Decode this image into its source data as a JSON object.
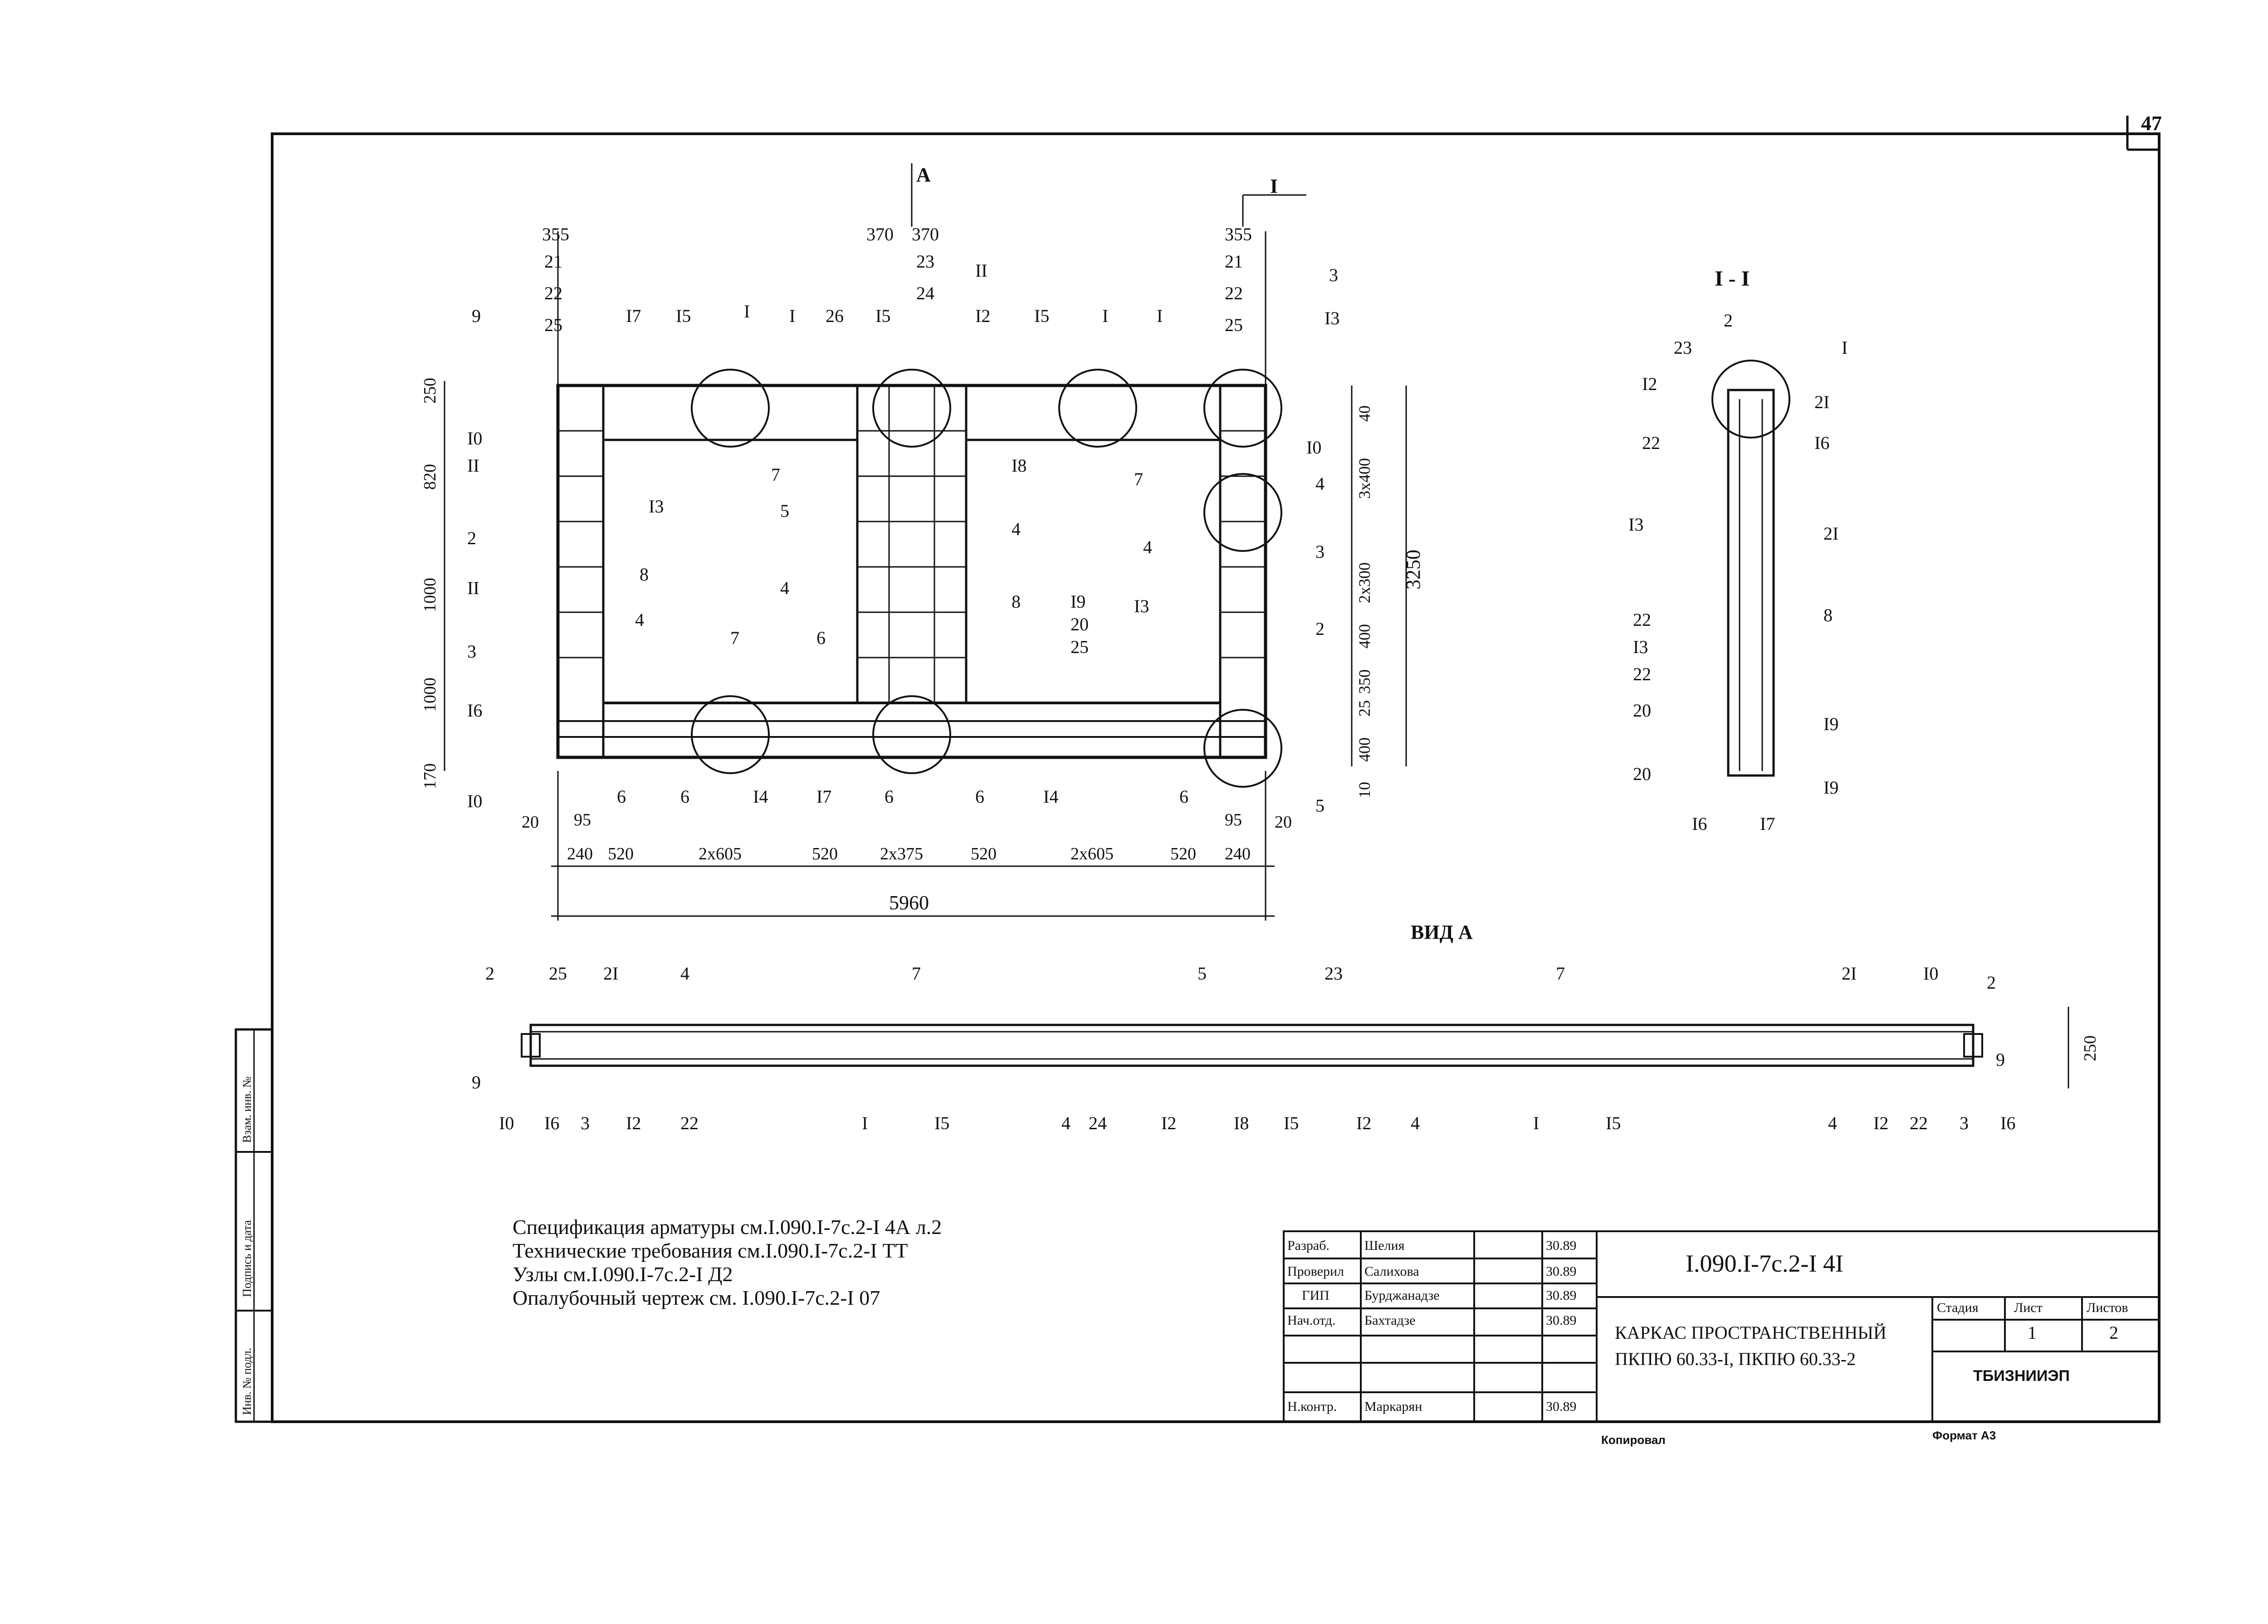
{
  "page_number": "47",
  "section_a_label": "А",
  "section_1_label": "I",
  "section_view_title": "I - I",
  "view_a_title": "ВИД А",
  "plan": {
    "top_dims": [
      "355",
      "370",
      "370",
      "355"
    ],
    "column_labels_left": [
      "21",
      "22",
      "25"
    ],
    "column_labels_mid": [
      "23",
      "24"
    ],
    "column_labels_right": [
      "21",
      "22",
      "25"
    ],
    "callout_3": "3",
    "callout_13": "I3",
    "left_dims": [
      "250",
      "820",
      "1000",
      "1000",
      "170"
    ],
    "right_dims": [
      "40",
      "3x400",
      "2x300",
      "400",
      "350",
      "25",
      "400",
      "10"
    ],
    "overall_height": "3250",
    "bottom_dims": [
      "240",
      "520",
      "2x605",
      "520",
      "2x375",
      "520",
      "2x605",
      "520",
      "240"
    ],
    "overall_width": "5960",
    "small_dims": [
      "20",
      "95",
      "95",
      "20"
    ],
    "marks_top": [
      "9",
      "I7",
      "I5",
      "I",
      "I",
      "26",
      "I5",
      "I2",
      "I5",
      "I",
      "I",
      "II"
    ],
    "marks_left": [
      "I0",
      "II",
      "2",
      "II",
      "3",
      "I6",
      "I0"
    ],
    "marks_inner": [
      "I3",
      "8",
      "4",
      "7",
      "5",
      "4",
      "6",
      "7",
      "I8",
      "4",
      "8",
      "I9",
      "20",
      "25",
      "4",
      "I3",
      "7"
    ],
    "marks_right": [
      "I0",
      "4",
      "3",
      "2",
      "5"
    ],
    "marks_bottom": [
      "6",
      "6",
      "I4",
      "I7",
      "6",
      "6",
      "I4",
      "6"
    ]
  },
  "section": {
    "marks_left": [
      "I2",
      "22",
      "I3",
      "22",
      "I3",
      "22",
      "20",
      "20",
      "I6"
    ],
    "marks_right": [
      "2",
      "23",
      "I",
      "2I",
      "I6",
      "2I",
      "8",
      "I9",
      "I9",
      "I7"
    ]
  },
  "view_a": {
    "marks_top": [
      "2",
      "25",
      "2I",
      "4",
      "7",
      "5",
      "23",
      "7",
      "2I",
      "I0",
      "2"
    ],
    "marks_bottom": [
      "9",
      "I0",
      "I6",
      "3",
      "I2",
      "22",
      "I",
      "I5",
      "4",
      "24",
      "I2",
      "I8",
      "I5",
      "I2",
      "4",
      "I",
      "I5",
      "4",
      "I2",
      "22",
      "3",
      "I6",
      "9"
    ],
    "height_dim": "250"
  },
  "notes": [
    "Спецификация арматуры см.I.090.I-7с.2-I 4А л.2",
    "Технические требования см.I.090.I-7с.2-I ТТ",
    "Узлы см.I.090.I-7с.2-I Д2",
    "Опалубочный чертеж см. I.090.I-7с.2-I 07"
  ],
  "stamp": {
    "rows": [
      {
        "role": "Разраб.",
        "name": "Шелия",
        "date": "30.89"
      },
      {
        "role": "Проверил",
        "name": "Салихова",
        "date": "30.89"
      },
      {
        "role": "ГИП",
        "name": "Бурджанадзе",
        "date": "30.89"
      },
      {
        "role": "Нач.отд.",
        "name": "Бахтадзе",
        "date": "30.89"
      },
      {
        "role": "Н.контр.",
        "name": "Маркарян",
        "date": "30.89"
      }
    ]
  },
  "title_block": {
    "code": "I.090.I-7с.2-I 4I",
    "title": "КАРКАС ПРОСТРАНСТВЕННЫЙ ПКПЮ 60.33-I, ПКПЮ 60.33-2",
    "stage_label": "Стадия",
    "sheet_label": "Лист",
    "sheets_label": "Листов",
    "sheet_value": "1",
    "sheets_value": "2",
    "org": "ТБИЗНИИЭП"
  },
  "side_stamp": [
    "Инв. № подл.",
    "Подпись и дата",
    "Взам. инв. №"
  ],
  "bottom_left": "Копировал",
  "bottom_right": "Формат А3"
}
